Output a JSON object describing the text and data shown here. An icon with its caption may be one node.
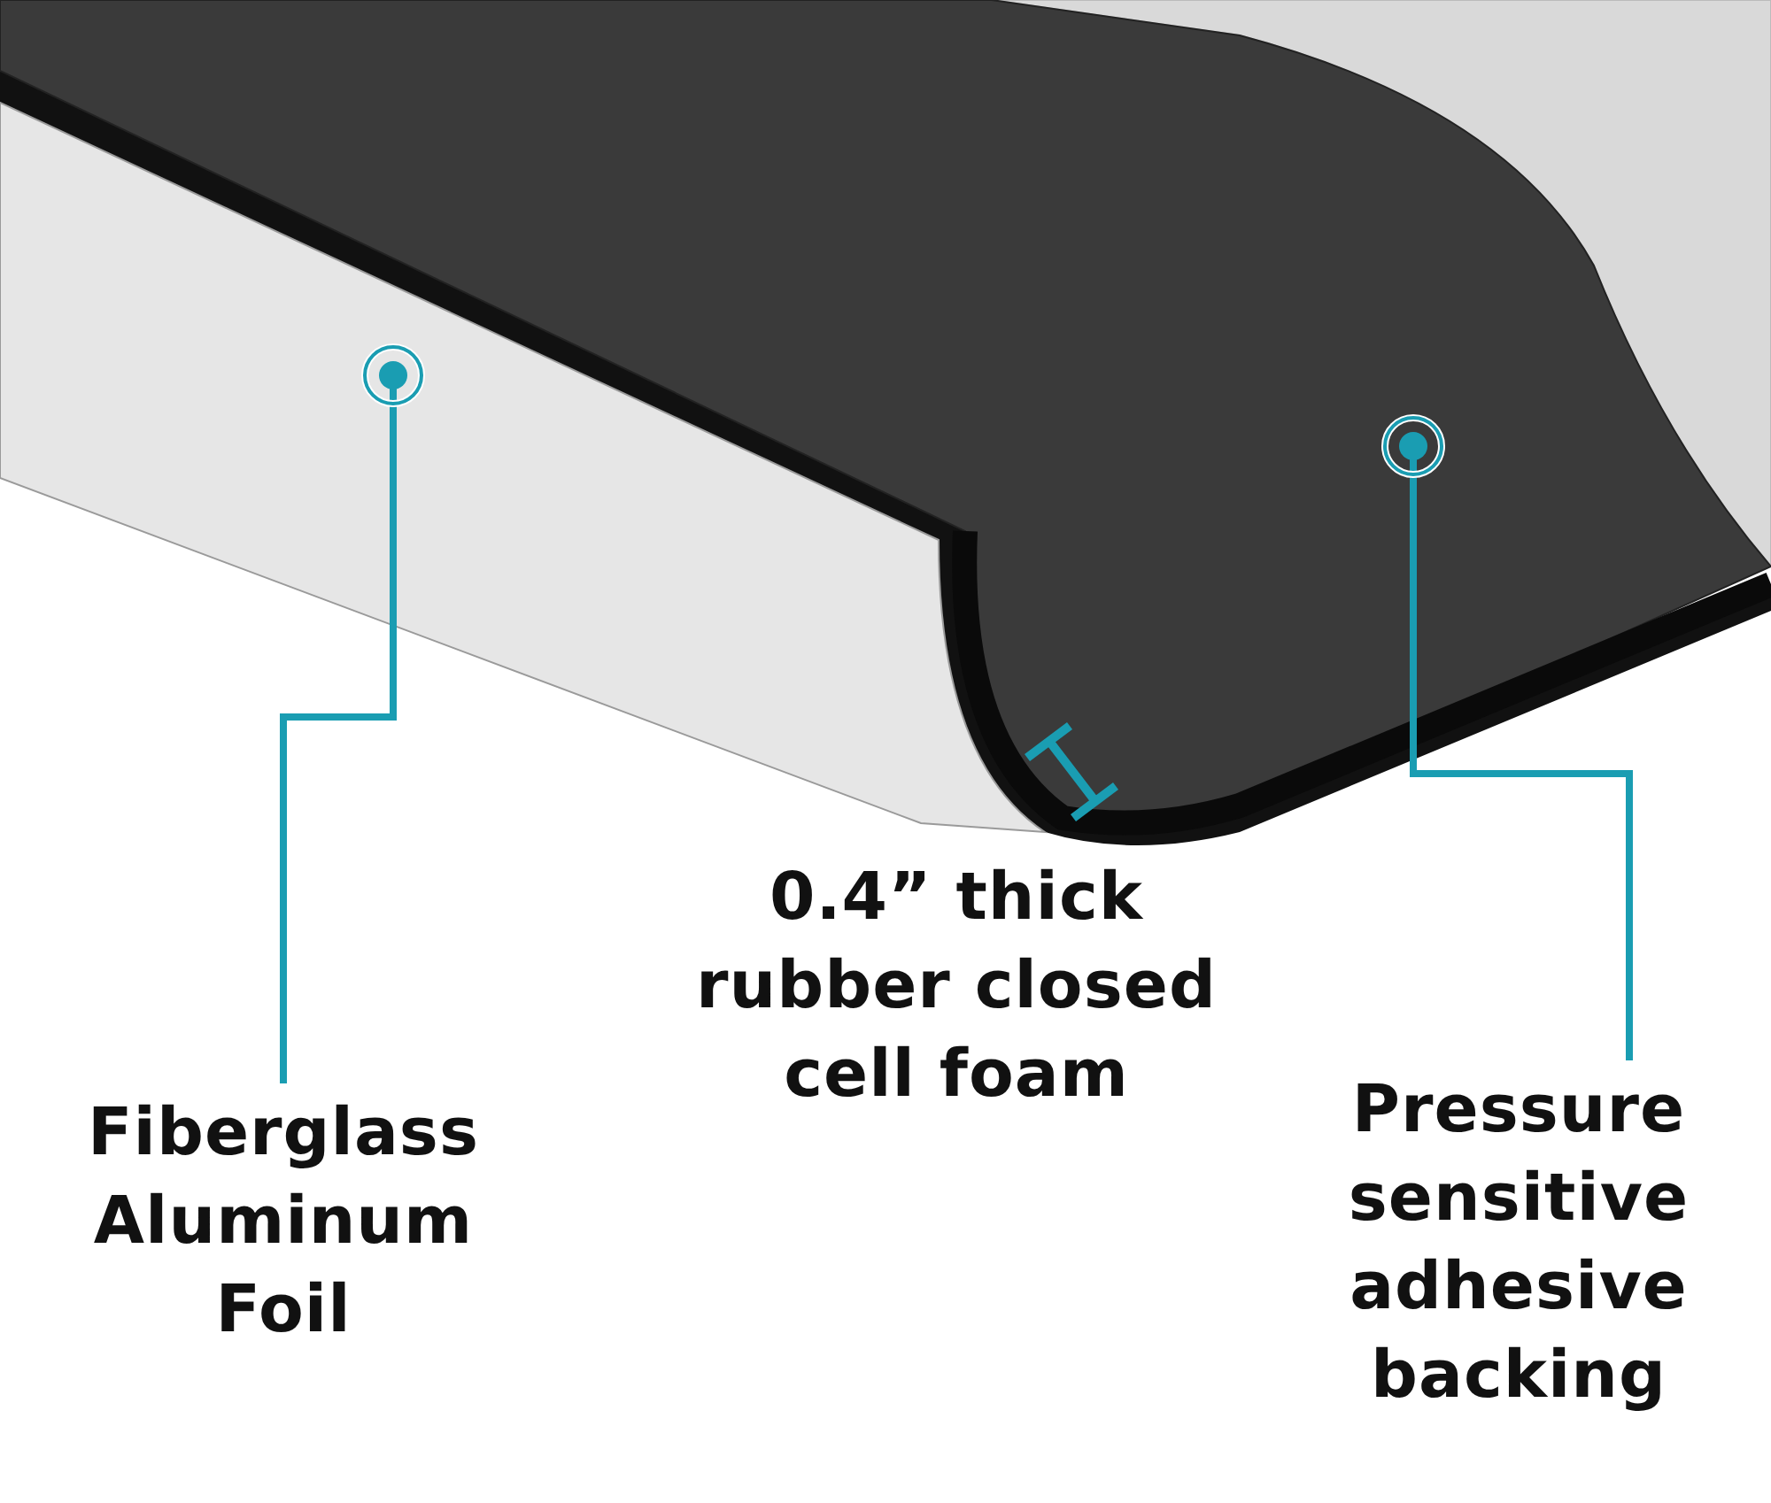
{
  "diagram": {
    "nodes": [
      {
        "text": [
          "Fiberglass Aluminum Foil"
        ]
      },
      {
        "text": [],
        "shape": "picture"
      },
      {
        "text": [
          "Pressure sensitive adhesive backing"
        ]
      },
      {
        "text": [],
        "shape": "picture"
      }
    ],
    "edges": [
      {
        "from": 0,
        "to": 1,
        "arrow": "other"
      },
      {
        "from": 2,
        "to": 3,
        "arrow": "other"
      }
    ],
    "labels": [
      "0.4” thick rubber closed cell foam"
    ]
  }
}
